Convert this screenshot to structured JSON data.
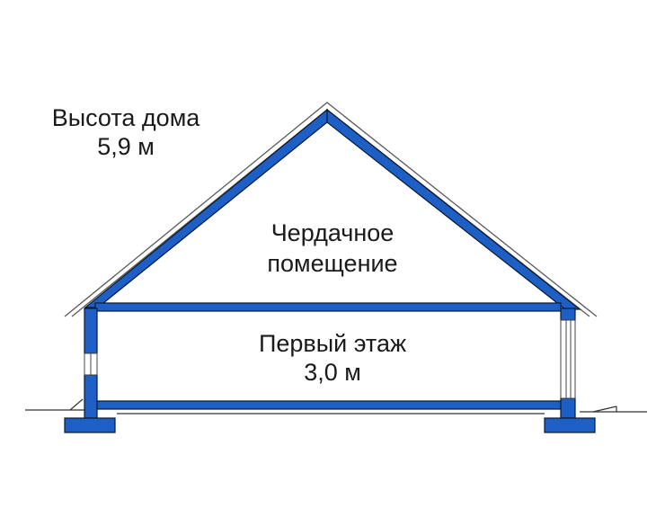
{
  "labels": {
    "house_height_title": "Высота дома",
    "house_height_value": "5,9 м",
    "attic_line1": "Чердачное",
    "attic_line2": "помещение",
    "floor_title": "Первый этаж",
    "floor_height_value": "3,0 м"
  },
  "colors": {
    "structure_fill": "#1e5fc6",
    "structure_stroke": "#0a1a30",
    "roof_outline": "#5a5a5a",
    "text": "#1a1a1a",
    "ground": "#333333"
  }
}
